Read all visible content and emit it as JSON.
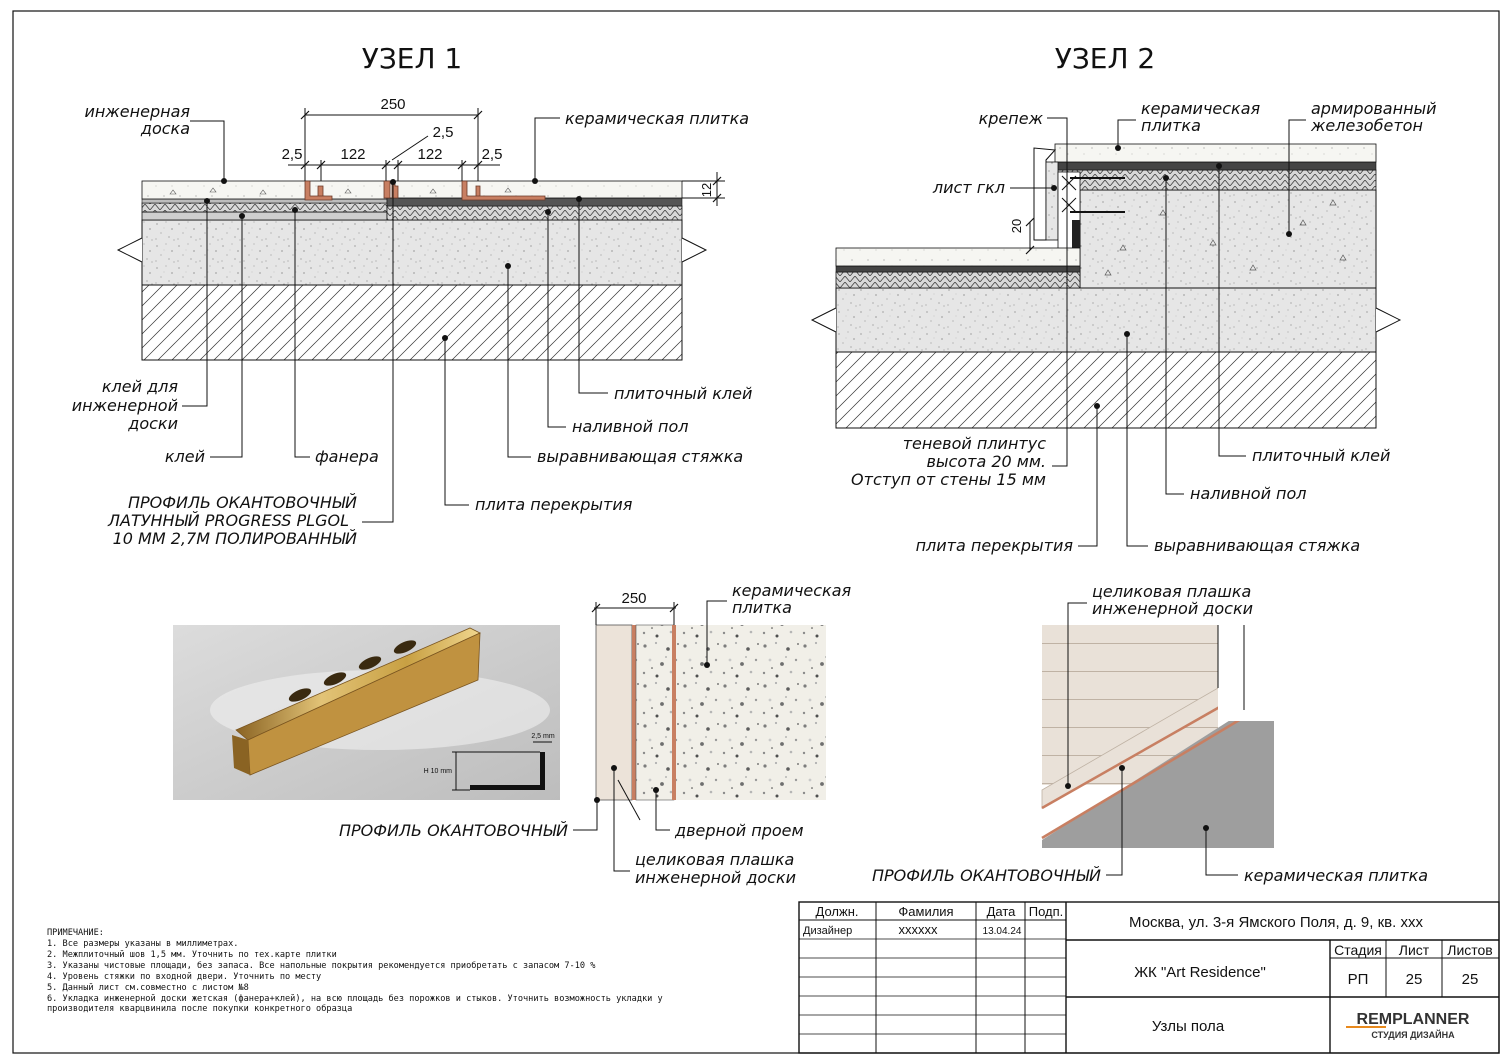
{
  "node1": {
    "title": "УЗЕЛ 1",
    "dims": {
      "total": "250",
      "seam_left": "2,5",
      "width_left": "122",
      "seam_mid": "2,5",
      "width_right": "122",
      "seam_right": "2,5",
      "height": "12"
    },
    "labels": {
      "eng_board": [
        "инженерная",
        "доска"
      ],
      "ceramic_tile": "керамическая плитка",
      "glue_eng": [
        "клей для",
        "инженерной",
        "доски"
      ],
      "glue": "клей",
      "plywood": "фанера",
      "tile_glue": "плиточный клей",
      "self_level": "наливной пол",
      "screed": "выравнивающая стяжка",
      "slab": "плита перекрытия",
      "profile": [
        "ПРОФИЛЬ ОКАНТОВОЧНЫЙ",
        "ЛАТУННЫЙ PROGRESS PLGOL",
        "10 ММ 2,7М ПОЛИРОВАННЫЙ"
      ]
    }
  },
  "node2": {
    "title": "УЗЕЛ 2",
    "dims": {
      "height": "20"
    },
    "labels": {
      "fastener": "крепеж",
      "ceramic_tile": [
        "керамическая",
        "плитка"
      ],
      "rc": [
        "армированный",
        "железобетон"
      ],
      "gkl": "лист гкл",
      "shadow_plinth": [
        "теневой плинтус",
        "высота 20 мм.",
        "Отступ от стены 15 мм"
      ],
      "tile_glue": "плиточный клей",
      "self_level": "наливной пол",
      "slab": "плита перекрытия",
      "screed": "выравнивающая стяжка"
    }
  },
  "photo": {
    "h_label": "H 10 mm",
    "t_label": "2,5 mm"
  },
  "door_plan": {
    "dim": "250",
    "ceramic_tile": [
      "керамическая",
      "плитка"
    ],
    "profile": "ПРОФИЛЬ ОКАНТОВОЧНЫЙ",
    "door_opening": "дверной проем",
    "solid_plank": [
      "целиковая плашка",
      "инженерной доски"
    ]
  },
  "corner_plan": {
    "solid_plank": [
      "целиковая плашка",
      "инженерной доски"
    ],
    "profile": "ПРОФИЛЬ ОКАНТОВОЧНЫЙ",
    "ceramic_tile": "керамическая плитка"
  },
  "notes": {
    "heading": "ПРИМЕЧАНИЕ:",
    "items": [
      "1. Все размеры указаны в миллиметрах.",
      "2. Межплиточный шов 1,5 мм. Уточнить по тех.карте плитки",
      "3. Указаны чистовые площади, без запаса. Все напольные покрытия рекомендуется приобретать с запасом 7-10 %",
      "4. Уровень стяжки по входной двери. Уточнить по месту",
      "5. Данный лист см.совместно с листом №8",
      "6. Укладка инженерной доски жетская (фанера+клей), на всю площадь без порожков и стыков. Уточнить возможность укладки у",
      "производителя кварцвинила после покупки конкретного образца"
    ]
  },
  "stamp": {
    "headers": {
      "role": "Должн.",
      "surname": "Фамилия",
      "date": "Дата",
      "sign": "Подп."
    },
    "row": {
      "role": "Дизайнер",
      "surname": "хххххх",
      "date": "13.04.24"
    },
    "address": "Москва, ул. 3-я Ямского Поля, д. 9, кв. ххх",
    "complex": "ЖК \"Art Residence\"",
    "sheet_title": "Узлы пола",
    "stage_label": "Стадия",
    "sheet_label": "Лист",
    "sheets_label": "Листов",
    "stage": "РП",
    "sheet": "25",
    "sheets": "25",
    "logo": "REMPLANNER",
    "logo_sub": "СТУДИЯ ДИЗАЙНА"
  },
  "colors": {
    "brass": "#c8a043",
    "logo_orange": "#e8891c",
    "concrete": "#e8e8e8",
    "profile_copper": "#c87f62"
  }
}
